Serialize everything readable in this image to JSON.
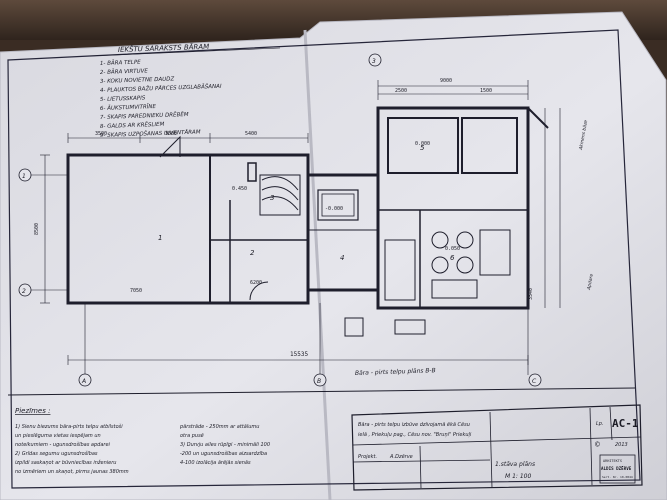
{
  "legend": {
    "title": "IEKŠTU SARAKSTS BĀRAM",
    "items": [
      "1- BĀRA TELPE",
      "2- BĀRA VIRTUVE",
      "3- KOKU NOVIETNE DAUDZ",
      "4- PLAUKTOS BAŽU PĀRCES UZGLABĀŠANAI",
      "5- LIETUSSKAPIS",
      "6- ĀUKSTUMVITRĪNE",
      "7- SKAPIS PAREDNIEKU DRĒBĒM",
      "8- GALDS AR KRĒSLIEM",
      "9- SKAPIS UZPOŠANAS INVENTĀRAM"
    ]
  },
  "plan": {
    "dims_top": [
      "3500",
      "3500",
      "5400",
      "2500",
      "1500"
    ],
    "dims_right_block": [
      "9000",
      "2500",
      "3500"
    ],
    "dim_left": "8500",
    "rooms": [
      "1",
      "2",
      "3",
      "4",
      "5",
      "6"
    ],
    "level_marks": [
      "0.000",
      "0.450",
      "-0.000",
      "0.050"
    ],
    "area_labels": [
      "7050",
      "6200",
      "3540"
    ],
    "bottom_dim": "15535",
    "axis_labels": [
      "A",
      "B",
      "C",
      "1",
      "2",
      "3"
    ],
    "caption": "Bāra - pirts telpu plāns B-B"
  },
  "notes": {
    "title": "Piezīmes :",
    "lines": [
      "1) Sienu biezums bāra-pirts telpu atbilstoši",
      "un pieslēguma vietas iespējam un",
      "noteikumiem - ugunsdrošības apdarei",
      "2) Grīdas segumu ugunsdrošības",
      "izpildi saskaņot ar būvniecības inženieru",
      "no izmēriem un skaņot, pirms jaunas 380mm"
    ],
    "mid_lines": [
      "pārstrāde - 250mm ar attālumu",
      "otra pusē",
      "3) Durvju ailes rūpīgi - minimāli 100",
      "-200 un ugunsdrošības aizsardzība",
      "4-100 izolācija ārējās sienās"
    ]
  },
  "titleblock": {
    "desc_lines": [
      "Bāra - pirts telpu izbūve dzīvojamā ēkā Cēsu",
      "ielā , Priekuļu pag., Cēsu nov. \"Bruņi\" Priekuļi"
    ],
    "project_label": "Projekt.",
    "project_name": "A.Dzērve",
    "sheet_label": "Lp.",
    "sheet_no": "AC-1",
    "copyright": "©",
    "year": "2013",
    "plan_name": "1.stāva plāns",
    "scale": "M 1: 100",
    "firm_1": "ARHITEKTS",
    "firm_2": "ALDIS DZĒRVE",
    "cert": "Sert. Nr. 10-0844"
  }
}
